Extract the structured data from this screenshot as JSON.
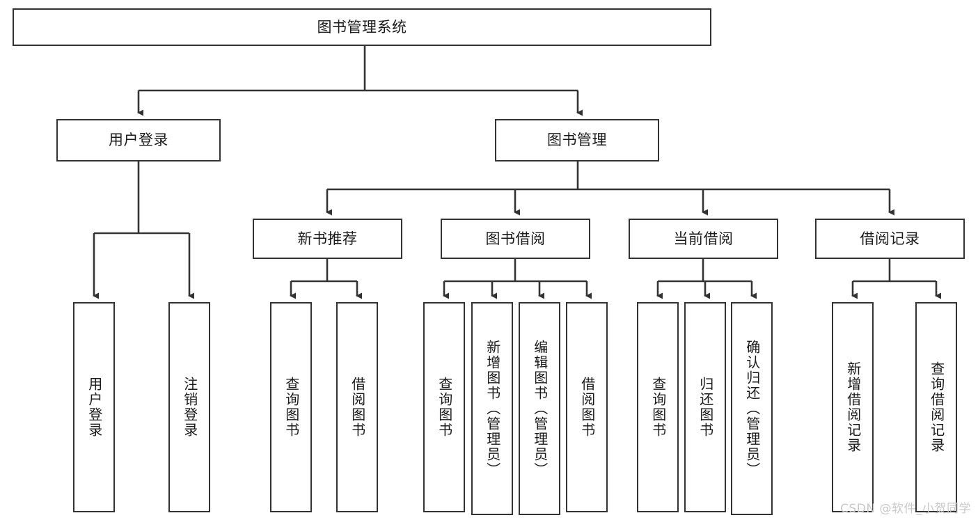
{
  "diagram": {
    "type": "tree-hierarchy-chart",
    "title": "图书管理系统",
    "colors": {
      "box_border": "#333333",
      "box_fill": "#ffffff",
      "text": "#1a1a1a",
      "edge": "#333333",
      "watermark": "#c9c9c9",
      "background": "#ffffff"
    },
    "root": {
      "label": "图书管理系统"
    },
    "level2": [
      {
        "label": "用户登录"
      },
      {
        "label": "图书管理"
      }
    ],
    "level3": [
      {
        "label": "新书推荐"
      },
      {
        "label": "图书借阅"
      },
      {
        "label": "当前借阅"
      },
      {
        "label": "借阅记录"
      }
    ],
    "leaves": {
      "user_login": [
        {
          "label": "用户登录"
        },
        {
          "label": "注销登录"
        }
      ],
      "new_book_recommend": [
        {
          "label": "查询图书"
        },
        {
          "label": "借阅图书"
        }
      ],
      "book_borrow": [
        {
          "label": "查询图书"
        },
        {
          "label": "新增图书（管理员）"
        },
        {
          "label": "编辑图书（管理员）"
        },
        {
          "label": "借阅图书"
        }
      ],
      "current_borrow": [
        {
          "label": "查询图书"
        },
        {
          "label": "归还图书"
        },
        {
          "label": "确认归还（管理员）"
        }
      ],
      "borrow_record": [
        {
          "label": "新增借阅记录"
        },
        {
          "label": "查询借阅记录"
        }
      ]
    },
    "watermark": "CSDN @软件_小贺同学"
  }
}
